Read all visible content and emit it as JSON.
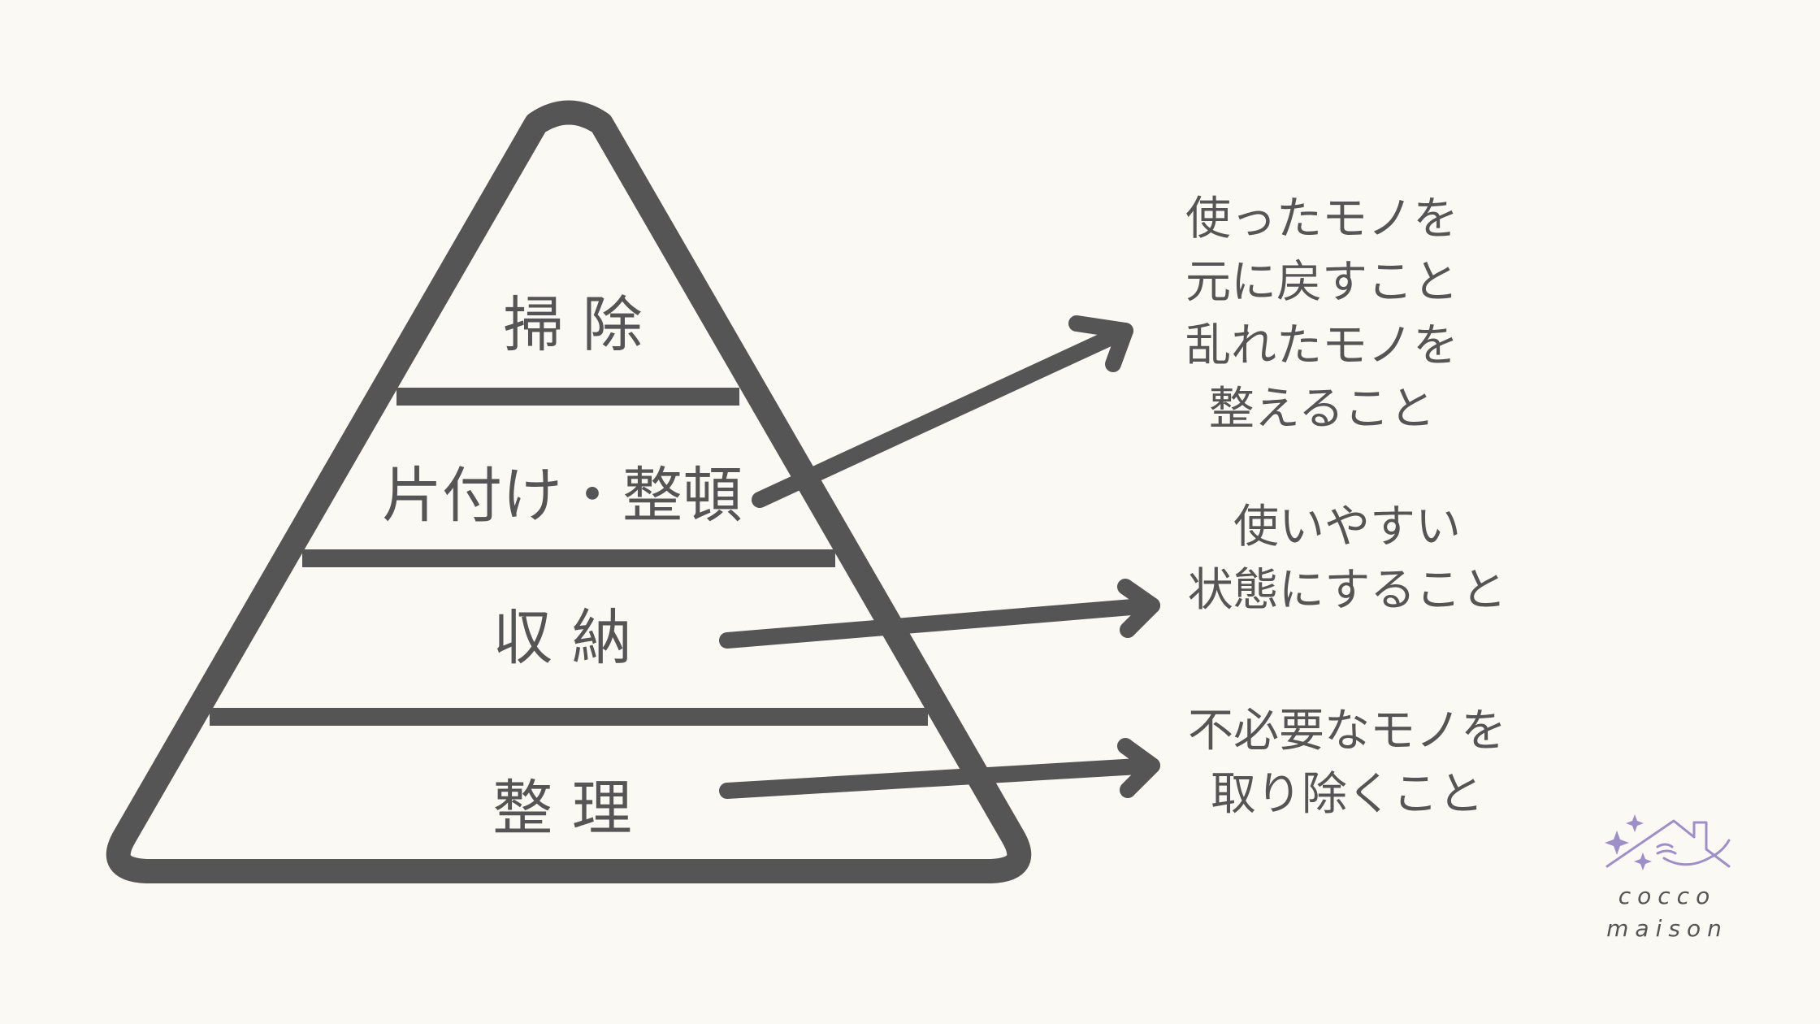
{
  "colors": {
    "background": "#fbf9f4",
    "stroke": "#555555",
    "brand_accent": "#9d8fc7"
  },
  "pyramid": {
    "tiers": [
      {
        "label": "掃 除"
      },
      {
        "label": "片付け・整頓"
      },
      {
        "label": "収 納"
      },
      {
        "label": "整 理"
      }
    ]
  },
  "notes": [
    {
      "lines": [
        "使ったモノを",
        "元に戻すこと",
        "乱れたモノを",
        "整えること"
      ]
    },
    {
      "lines": [
        "使いやすい",
        "状態にすること"
      ]
    },
    {
      "lines": [
        "不必要なモノを",
        "取り除くこと"
      ]
    }
  ],
  "brand": {
    "line1": "cocco",
    "line2": "maison"
  }
}
